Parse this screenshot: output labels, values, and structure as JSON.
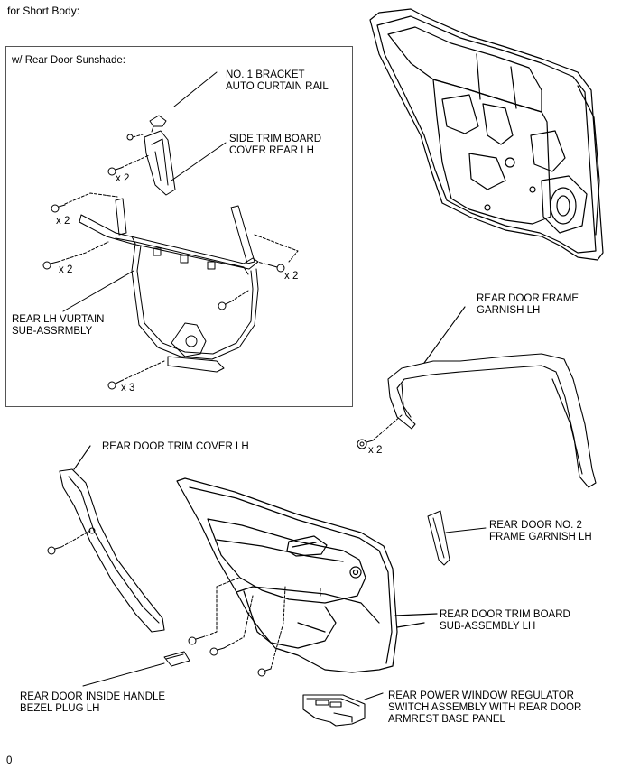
{
  "header": {
    "title": "for Short Body:"
  },
  "inset": {
    "title": "w/ Rear Door Sunshade:"
  },
  "labels": {
    "bracket_rail": [
      "NO. 1 BRACKET",
      "AUTO CURTAIN RAIL"
    ],
    "side_trim_board_cover": [
      "SIDE TRIM BOARD",
      "COVER REAR LH"
    ],
    "curtain_subassembly": [
      "REAR LH VURTAIN",
      "SUB-ASSRMBLY"
    ],
    "frame_garnish": [
      "REAR DOOR FRAME",
      "GARNISH LH"
    ],
    "trim_cover": "REAR DOOR TRIM COVER LH",
    "no2_frame_garnish": [
      "REAR DOOR NO. 2",
      "FRAME GARNISH LH"
    ],
    "trim_board": [
      "REAR DOOR TRIM BOARD",
      "SUB-ASSEMBLY LH"
    ],
    "handle_bezel_plug": [
      "REAR DOOR INSIDE HANDLE",
      "BEZEL PLUG LH"
    ],
    "window_switch": [
      "REAR POWER WINDOW REGULATOR",
      "SWITCH ASSEMBLY WITH REAR DOOR",
      "ARMREST BASE PANEL"
    ]
  },
  "quantities": {
    "q_cover_screws": "x 2",
    "q_left_screws_top": "x 2",
    "q_left_screws_bottom": "x 2",
    "q_right_screws": "x 2",
    "q_bottom_bolts": "x 3",
    "q_garnish_clips": "x 2"
  },
  "footer": {
    "figure_id": "0"
  }
}
